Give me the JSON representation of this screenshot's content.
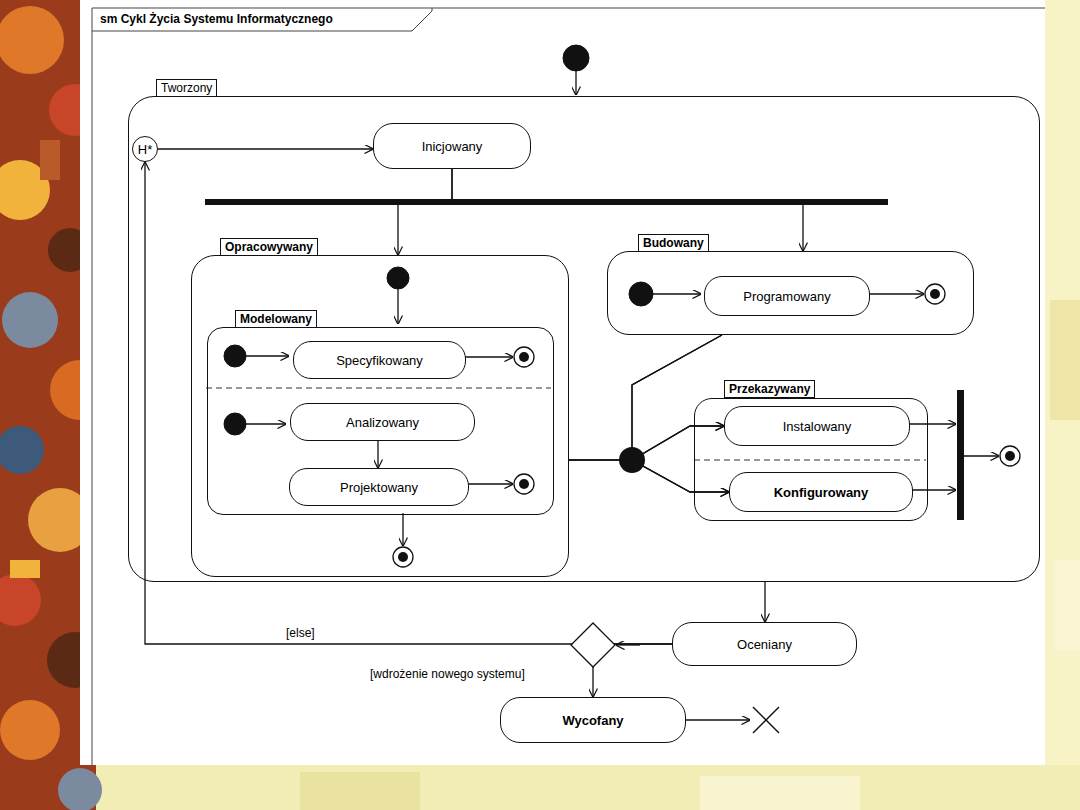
{
  "diagram": {
    "title": "sm Cykl Życia Systemu Informatycznego",
    "nodes": [
      {
        "text": [
          "Tworzony"
        ]
      },
      {
        "text": [
          "H*"
        ],
        "in": 0
      },
      {
        "text": [
          "Inicjowany"
        ],
        "in": 0
      },
      {
        "text": [
          "Opracowywany"
        ],
        "in": 0
      },
      {
        "text": [
          "Modelowany"
        ],
        "in": 3
      },
      {
        "text": [
          "Specyfikowany"
        ],
        "in": 4
      },
      {
        "text": [
          "Analizowany"
        ],
        "in": 4
      },
      {
        "text": [
          "Projektowany"
        ],
        "in": 4
      },
      {
        "text": [
          "Budowany"
        ],
        "in": 0
      },
      {
        "text": [
          "Programowany"
        ],
        "in": 8
      },
      {
        "text": [
          "Przekazywany"
        ],
        "in": 0
      },
      {
        "text": [
          "Instalowany"
        ],
        "in": 10
      },
      {
        "text": [
          "Konfigurowany"
        ],
        "in": 10
      },
      {
        "text": [
          "Oceniany"
        ]
      },
      {
        "text": [
          "Wycofany"
        ]
      }
    ],
    "edges": [
      {
        "from": 1,
        "to": 2,
        "arrow": "to"
      },
      {
        "from": 2,
        "to": 3,
        "arrow": "to"
      },
      {
        "from": 2,
        "to": 8,
        "arrow": "to"
      },
      {
        "from": 6,
        "to": 7,
        "arrow": "to"
      },
      {
        "from": 3,
        "to": 11,
        "arrow": "to"
      },
      {
        "from": 3,
        "to": 12,
        "arrow": "to"
      },
      {
        "from": 8,
        "to": 11,
        "arrow": "to"
      },
      {
        "from": 8,
        "to": 12,
        "arrow": "to"
      },
      {
        "from": 0,
        "to": 13,
        "arrow": "to"
      },
      {
        "from": 13,
        "to": 1,
        "label": "[else]",
        "arrow": "to"
      },
      {
        "from": 13,
        "to": 14,
        "label": "[wdrożenie nowego systemu]",
        "arrow": "to"
      }
    ]
  }
}
